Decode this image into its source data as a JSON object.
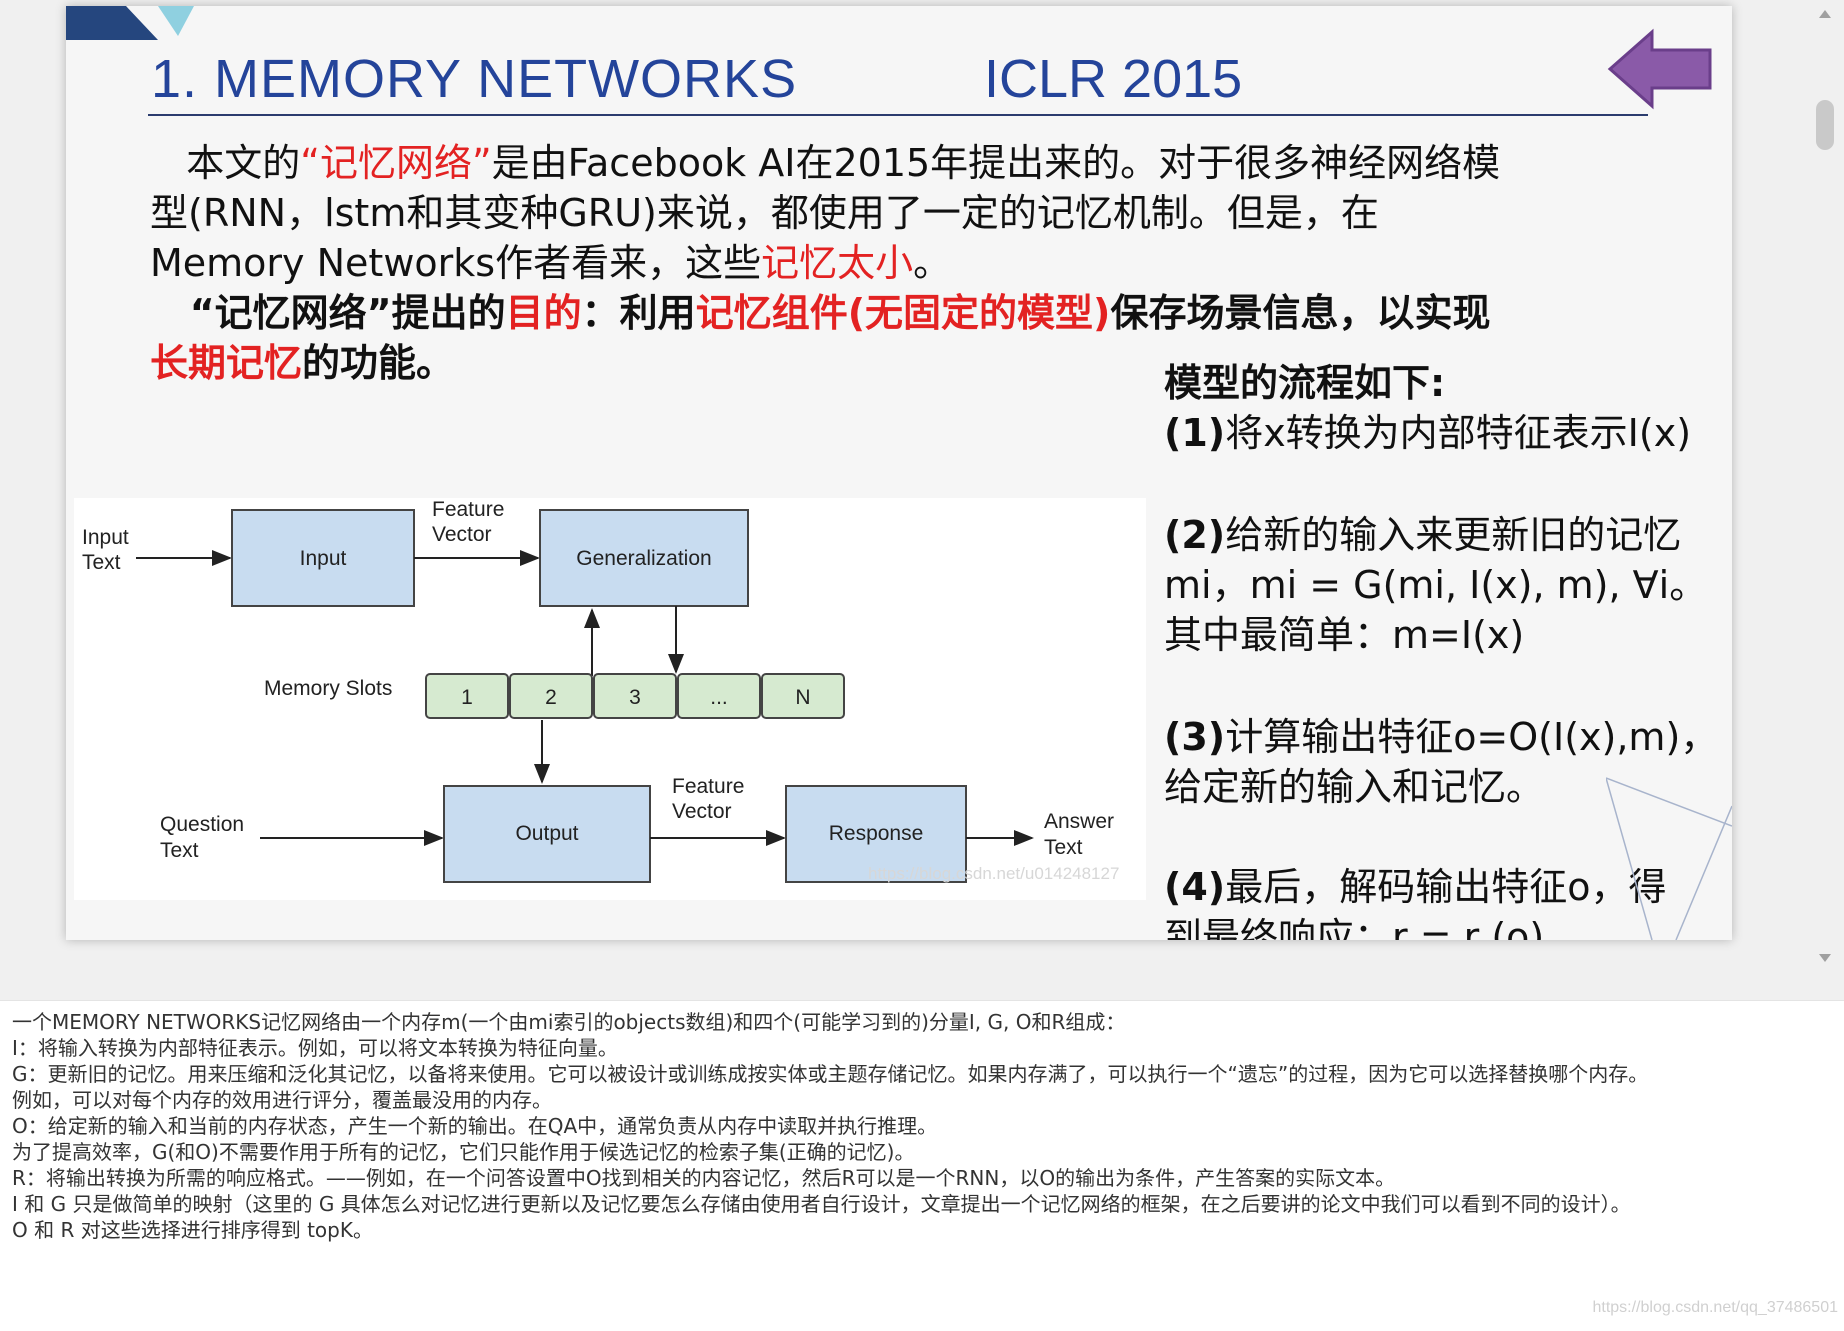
{
  "slide": {
    "title": "1. MEMORY NETWORKS",
    "conference": "ICLR 2015",
    "intro": {
      "l1a": "本文的",
      "l1b": "“记忆网络”",
      "l1c": "是由Facebook AI在2015年提出来的。对于很多神经网络模",
      "l2": "型(RNN，lstm和其变种GRU)来说，都使用了一定的记忆机制。但是，在",
      "l3a": "Memory Networks作者看来，这些",
      "l3b": "记忆太小",
      "l3c": "。"
    },
    "purpose": {
      "l4a": "“记忆网络”提出的",
      "l4b": "目的",
      "l4c": "：利用",
      "l4d": "记忆组件(无固定的模型)",
      "l4e": "保存场景信息，以实现",
      "l5a": "长期记忆",
      "l5b": "的功能。"
    },
    "flow": {
      "heading": "模型的流程如下:",
      "s1n": "(1)",
      "s1": "将x转换为内部特征表示I(x)",
      "s2n": "(2)",
      "s2": "给新的输入来更新旧的记忆",
      "s2b": "mi，mi = G(mi, I(x), m), ∀i。",
      "s2c": "其中最简单：m=I(x)",
      "s3n": "(3)",
      "s3": "计算输出特征o=O(I(x),m)，",
      "s3b": "给定新的输入和记忆。",
      "s4n": "(4)",
      "s4": "最后，解码输出特征o，得",
      "s4b": "到最终响应：r = r (o)"
    },
    "diagram": {
      "input_text_1": "Input",
      "input_text_2": "Text",
      "input_box": "Input",
      "feature_1": "Feature",
      "vector_1": "Vector",
      "generalization_box": "Generalization",
      "memory_slots_label": "Memory Slots",
      "slots": [
        "1",
        "2",
        "3",
        "...",
        "N"
      ],
      "question_1": "Question",
      "question_2": "Text",
      "output_box": "Output",
      "feature_2": "Feature",
      "vector_2": "Vector",
      "response_box": "Response",
      "answer_1": "Answer",
      "answer_2": "Text",
      "watermark": "https://blog.csdn.net/u014248127"
    },
    "colors": {
      "title": "#24449a",
      "highlight": "#e32222",
      "box_blue": "#c8dcf0",
      "slot_green": "#d6ead0",
      "arrow_purple": "#8a5aa8"
    }
  },
  "notes": {
    "lines": [
      "一个MEMORY NETWORKS记忆网络由一个内存m(一个由mi索引的objects数组)和四个(可能学习到的)分量I, G, O和R组成：",
      "I：将输入转换为内部特征表示。例如，可以将文本转换为特征向量。",
      "G：更新旧的记忆。用来压缩和泛化其记忆，以备将来使用。它可以被设计或训练成按实体或主题存储记忆。如果内存满了，可以执行一个“遗忘”的过程，因为它可以选择替换哪个内存。",
      "例如，可以对每个内存的效用进行评分，覆盖最没用的内存。",
      "O：给定新的输入和当前的内存状态，产生一个新的输出。在QA中，通常负责从内存中读取并执行推理。",
      "为了提高效率，G(和O)不需要作用于所有的记忆，它们只能作用于候选记忆的检索子集(正确的记忆)。",
      "R：将输出转换为所需的响应格式。——例如，在一个问答设置中O找到相关的内容记忆，然后R可以是一个RNN，以O的输出为条件，产生答案的实际文本。",
      "I 和 G 只是做简单的映射（这里的 G 具体怎么对记忆进行更新以及记忆要怎么存储由使用者自行设计，文章提出一个记忆网络的框架，在之后要讲的论文中我们可以看到不同的设计）。",
      "O 和 R 对这些选择进行排序得到 topK。"
    ],
    "watermark": "https://blog.csdn.net/qq_37486501"
  }
}
